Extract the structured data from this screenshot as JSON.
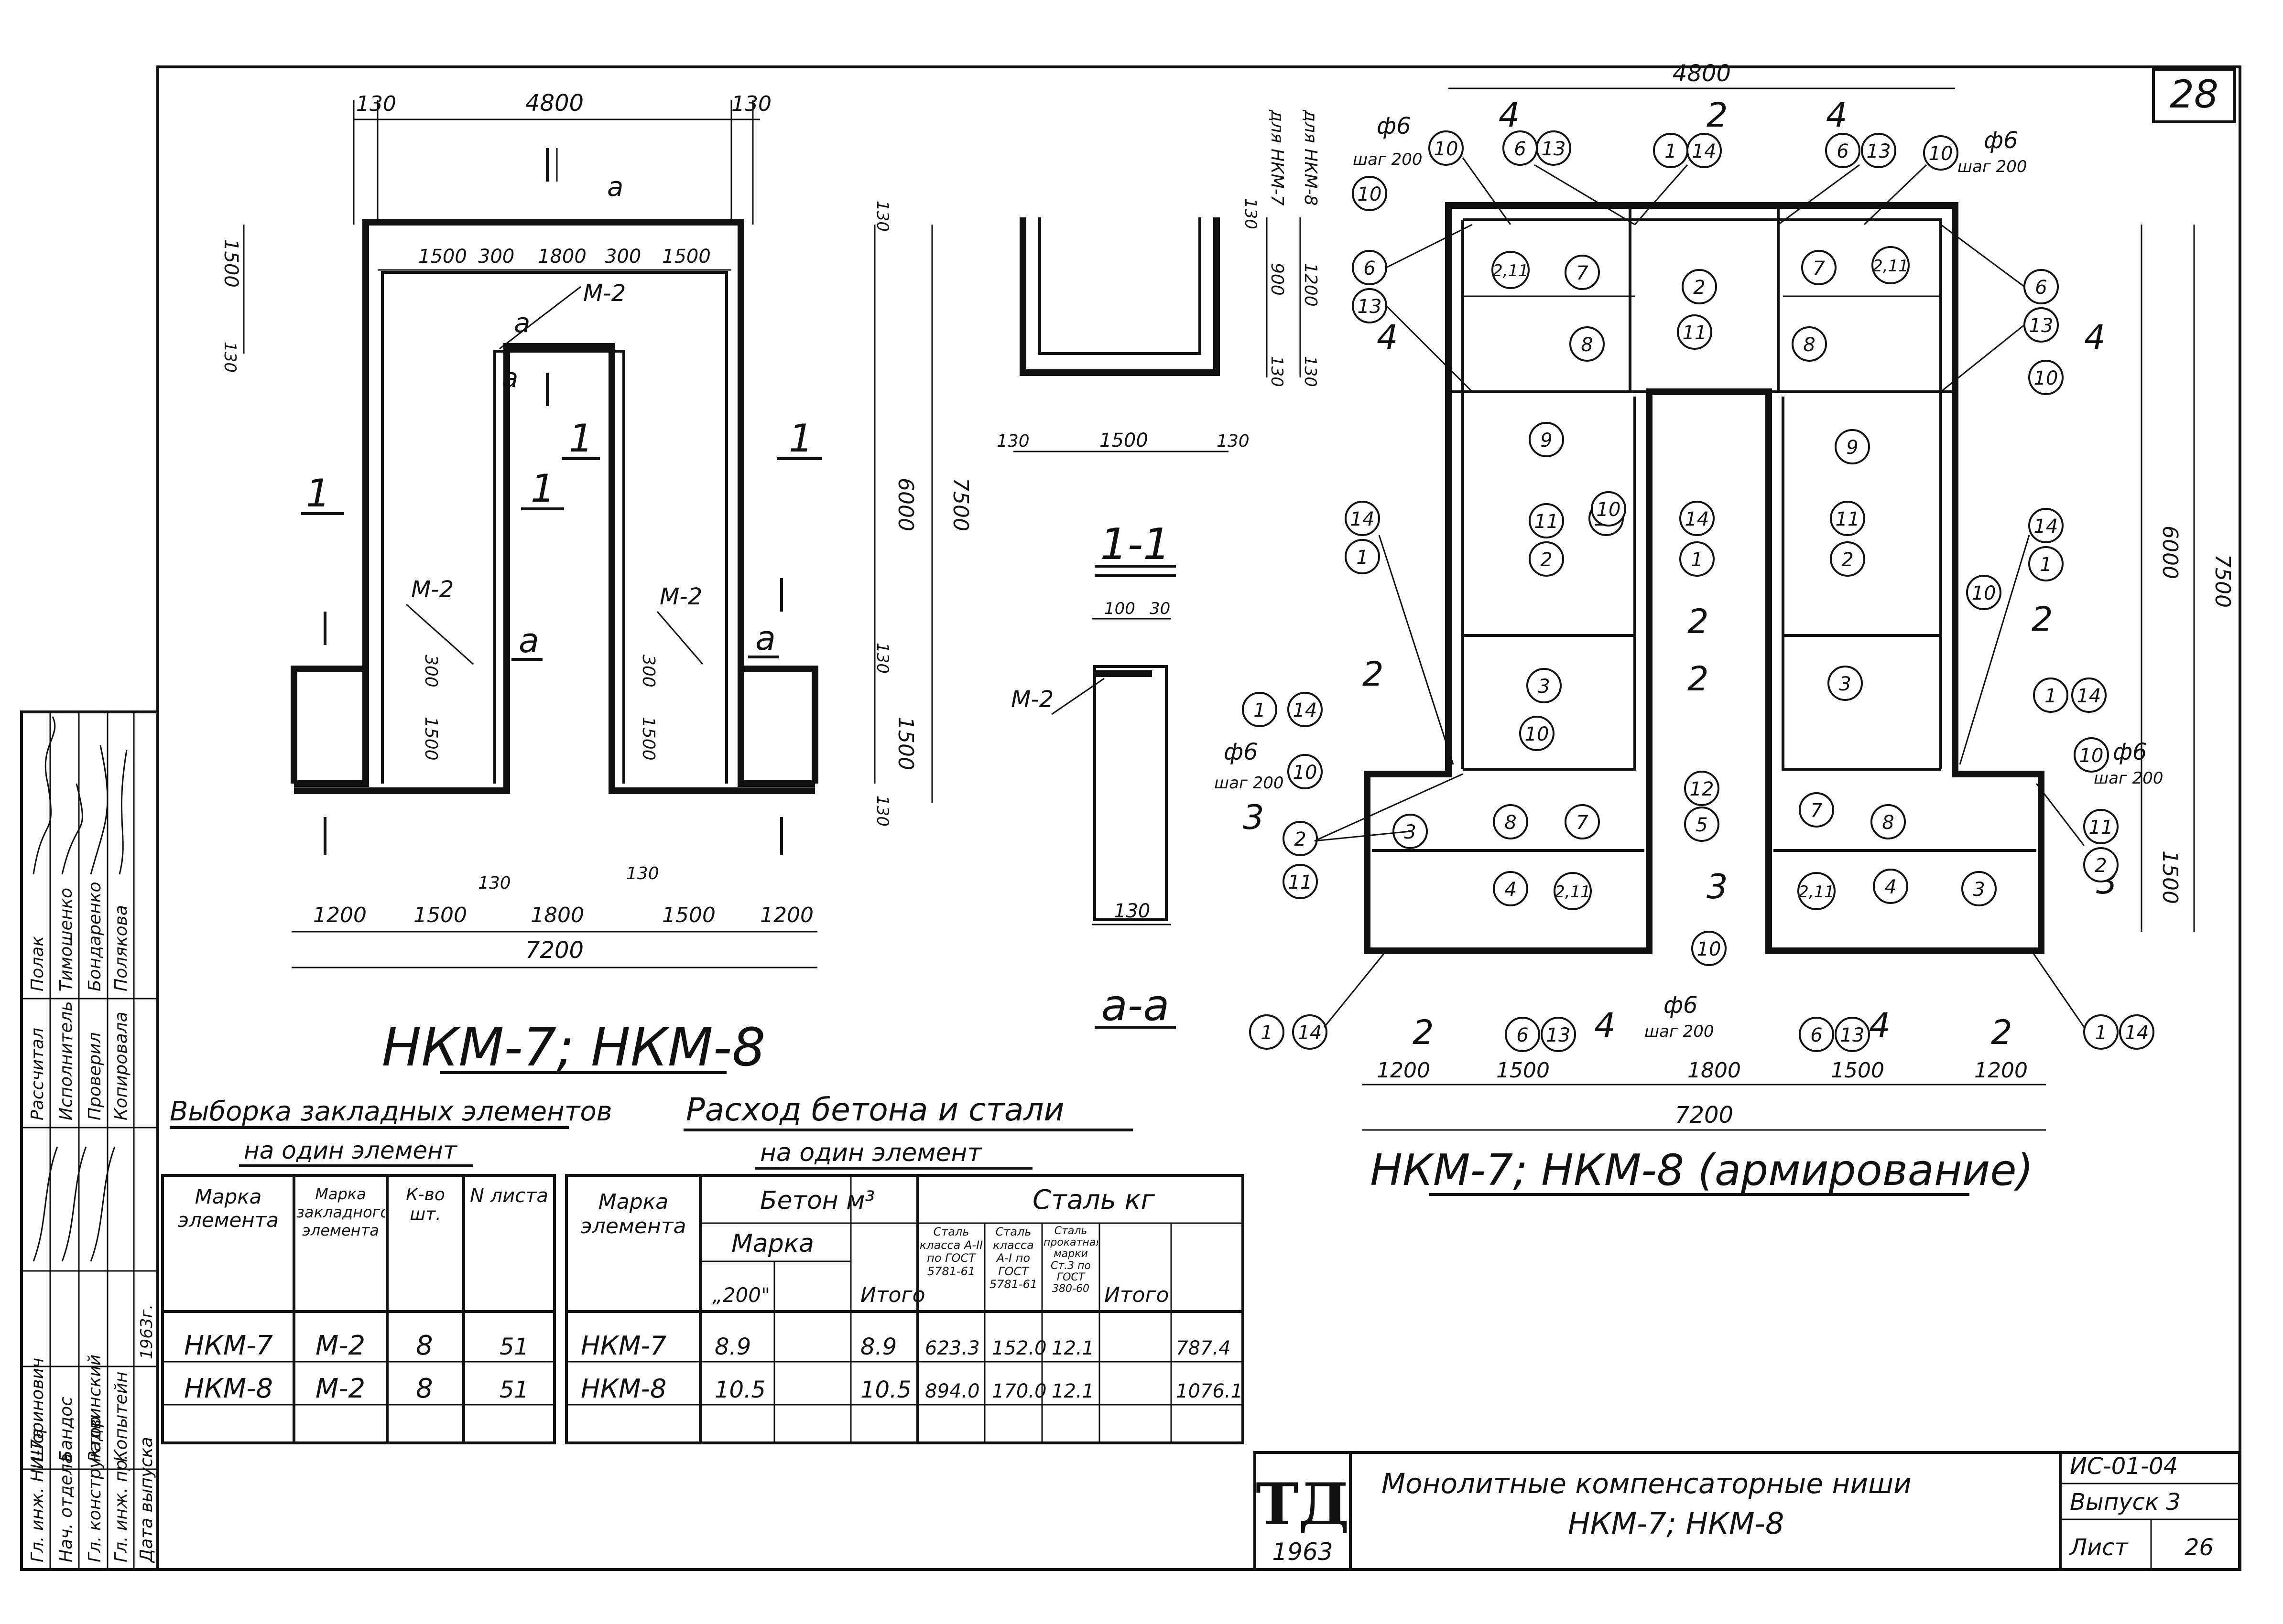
{
  "sheet": {
    "number": "28"
  },
  "plan_view": {
    "title": "НКМ-7; НКМ-8",
    "dims_top": [
      "130",
      "4800",
      "130"
    ],
    "dims_inner_top": [
      "1500",
      "300",
      "1800",
      "300",
      "1500"
    ],
    "dims_bottom": [
      "1200",
      "1500",
      "1800",
      "1500",
      "1200"
    ],
    "dim_total": "7200",
    "dims_right": [
      "130",
      "6000",
      "7500",
      "1500",
      "130",
      "130"
    ],
    "dims_left": [
      "1500",
      "130"
    ],
    "dims_misc": [
      "300",
      "1500",
      "300",
      "1500",
      "130",
      "130"
    ],
    "labels": {
      "section_1": "1",
      "section_a": "a",
      "embedded": "М-2"
    }
  },
  "section_view": {
    "label_nkm7": "для НКМ-7",
    "label_nkm8": "для НКМ-8",
    "dims_right": [
      "130",
      "900",
      "1200",
      "130",
      "130"
    ],
    "dims_bottom": [
      "130",
      "1500",
      "130"
    ]
  },
  "section_1_1": {
    "title": "1-1",
    "dims": [
      "100",
      "30",
      "130"
    ],
    "embedded": "М-2"
  },
  "section_a_a": {
    "title": "а-а"
  },
  "rebar_view": {
    "title": "НКМ-7; НКМ-8 (армирование)",
    "dim_top": "4800",
    "dims_bottom": [
      "1200",
      "1500",
      "1800",
      "1500",
      "1200"
    ],
    "dim_total": "7200",
    "dims_right": [
      "6000",
      "7500",
      "1500"
    ],
    "step_label": "ф6",
    "step_sub": "шаг 200",
    "section_marks": [
      "4",
      "2",
      "4",
      "2",
      "4",
      "2",
      "3"
    ],
    "bubbles_top": [
      "10",
      "6",
      "13",
      "1",
      "14",
      "6",
      "13",
      "10"
    ],
    "bubbles_inner": [
      "2,11",
      "7",
      "2",
      "7",
      "2,11",
      "8",
      "11",
      "8",
      "9",
      "9",
      "11",
      "10",
      "14",
      "11",
      "2",
      "1",
      "2",
      "3",
      "3",
      "10",
      "3",
      "8",
      "7",
      "12",
      "5",
      "7",
      "8",
      "4",
      "2,11",
      "2,11",
      "4",
      "3",
      "10",
      "10"
    ],
    "bubbles_left": [
      "10",
      "6",
      "13",
      "14",
      "1",
      "1",
      "14",
      "10",
      "2",
      "11",
      "1",
      "14",
      "6",
      "13"
    ],
    "bubbles_right": [
      "6",
      "13",
      "10",
      "14",
      "1",
      "10",
      "1",
      "14",
      "10",
      "11",
      "2",
      "6",
      "13",
      "1",
      "14"
    ]
  },
  "table_embedded": {
    "title": "Выборка закладных элементов",
    "subtitle": "на один элемент",
    "headers": [
      "Марка элемента",
      "Марка закладного элемента",
      "К-во шт.",
      "N листа"
    ],
    "rows": [
      [
        "НКМ-7",
        "М-2",
        "8",
        "51"
      ],
      [
        "НКМ-8",
        "М-2",
        "8",
        "51"
      ]
    ]
  },
  "table_consumption": {
    "title": "Расход бетона и стали",
    "subtitle": "на один элемент",
    "h_mark": "Марка элемента",
    "h_concrete": "Бетон м³",
    "h_concrete_mark": "Марка",
    "h_concrete_200": "„200\"",
    "h_concrete_total": "Итого",
    "h_steel": "Сталь кг",
    "h_steel_1": "Сталь класса А-II по ГОСТ 5781-61",
    "h_steel_2": "Сталь класса А-I по ГОСТ 5781-61",
    "h_steel_3": "Сталь прокатная марки Ст.3 по ГОСТ 380-60",
    "h_steel_total": "Итого",
    "rows": [
      [
        "НКМ-7",
        "8.9",
        "",
        "8.9",
        "623.3",
        "152.0",
        "12.1",
        "787.4"
      ],
      [
        "НКМ-8",
        "10.5",
        "",
        "10.5",
        "894.0",
        "170.0",
        "12.1",
        "1076.1"
      ]
    ]
  },
  "stamp": {
    "logo": "ТД",
    "year": "1963",
    "title_line1": "Монолитные компенсаторные ниши",
    "title_line2": "НКМ-7; НКМ-8",
    "code": "ИС-01-04",
    "issue": "Выпуск 3",
    "sheet_label": "Лист",
    "sheet_no": "26"
  },
  "side_block": {
    "roles": [
      "Гл. инж. НИ-7а",
      "Нач. отдела",
      "Гл. конструктор",
      "Гл. инж. пр.",
      "Дата выпуска"
    ],
    "names": [
      "Шоринович",
      "Бандос",
      "Радвинский",
      "Копытейн",
      "1963г."
    ],
    "roles2": [
      "Рассчитал",
      "Исполнитель",
      "Проверил"
    ],
    "names2": [
      "Полак",
      "Тимошенко",
      "Бондаренко",
      "Полякова"
    ],
    "extra": [
      "Копировала"
    ]
  }
}
